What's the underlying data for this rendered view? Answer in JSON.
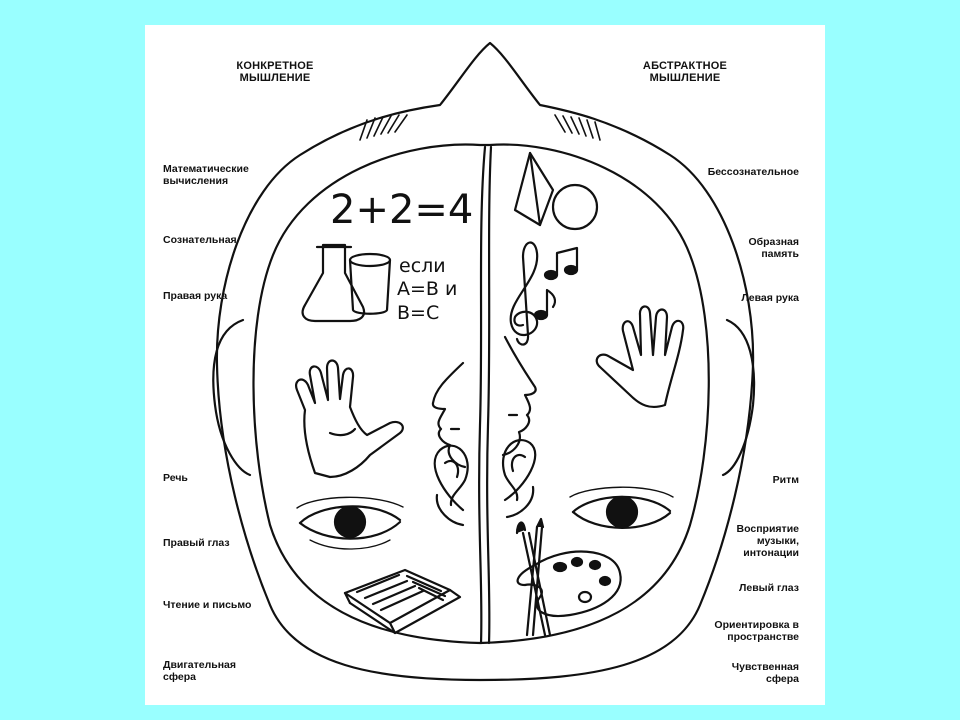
{
  "headers": {
    "left": "КОНКРЕТНОЕ МЫШЛЕНИЕ",
    "right": "АБСТРАКТНОЕ МЫШЛЕНИЕ"
  },
  "left_labels": [
    "Математические вычисления",
    "Сознательная",
    "Правая рука",
    "Речь",
    "Правый глаз",
    "Чтение и письмо",
    "Двигательная сфера"
  ],
  "right_labels": [
    "Бессознательное",
    "Образная память",
    "Левая рука",
    "Ритм",
    "Восприятие музыки, интонации",
    "Левый глаз",
    "Ориентировка в пространстве",
    "Чувственная сфера"
  ],
  "drawing_text": {
    "equation": "2+2=4",
    "logic_line1": "если",
    "logic_line2": "A=B и",
    "logic_line3": "B=C"
  },
  "colors": {
    "background": "#99ffff",
    "panel": "#ffffff",
    "ink": "#111111"
  },
  "icons": [
    "head-outline",
    "brain-divider",
    "hair-left",
    "hair-right",
    "beaker-icon",
    "cup-icon",
    "hand-right-icon",
    "hand-left-icon",
    "nose-profile-left",
    "nose-profile-right",
    "ear-left-icon",
    "ear-right-icon",
    "eye-left-icon",
    "eye-right-icon",
    "book-icon",
    "pyramid-icon",
    "sphere-icon",
    "treble-clef-icon",
    "music-notes-icon",
    "palette-icon",
    "brushes-icon"
  ]
}
